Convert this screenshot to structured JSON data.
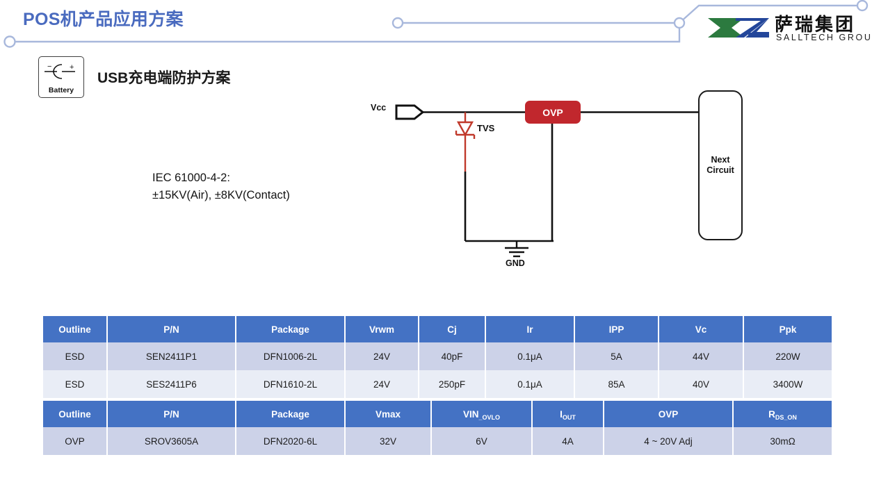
{
  "header": {
    "title": "POS机产品应用方案",
    "title_color": "#4a6bbf",
    "deco_line_color": "#a8b8dc"
  },
  "logo": {
    "name_cn": "萨瑞集团",
    "name_en": "SALLTECH GROUP",
    "mark_green": "#2c7a3f",
    "mark_blue": "#23469a"
  },
  "battery": {
    "icon": "battery-symbol-icon",
    "label": "Battery"
  },
  "section": {
    "title_ascii": "USB",
    "title_cjk": "充电端防护方案"
  },
  "spec": {
    "line1": "IEC 61000-4-2:",
    "line2": "±15KV(Air), ±8KV(Contact)"
  },
  "circuit": {
    "vcc_label": "Vcc",
    "tvs_label": "TVS",
    "gnd_label": "GND",
    "ovp_label": "OVP",
    "next_circuit_label": "Next\nCircuit",
    "ovp_color": "#c1272d",
    "tvs_color": "#c0392b",
    "wire_color": "#111111"
  },
  "tables": [
    {
      "id": "esd-table",
      "header_color": "#4472c4",
      "columns": [
        "Outline",
        "P/N",
        "Package",
        "Vrwm",
        "Cj",
        "Ir",
        "IPP",
        "Vc",
        "Ppk"
      ],
      "rows": [
        [
          "ESD",
          "SEN2411P1",
          "DFN1006-2L",
          "24V",
          "40pF",
          "0.1μA",
          "5A",
          "44V",
          "220W"
        ],
        [
          "ESD",
          "SES2411P6",
          "DFN1610-2L",
          "24V",
          "250pF",
          "0.1μA",
          "85A",
          "40V",
          "3400W"
        ]
      ]
    },
    {
      "id": "ovp-table",
      "header_color": "#4472c4",
      "columns": [
        "Outline",
        "P/N",
        "Package",
        "Vmax",
        "VIN_OVLO",
        "IOUT",
        "OVP",
        "RDS_ON"
      ],
      "column_parts": [
        {
          "base": "Outline",
          "sub": ""
        },
        {
          "base": "P/N",
          "sub": ""
        },
        {
          "base": "Package",
          "sub": ""
        },
        {
          "base": "Vmax",
          "sub": ""
        },
        {
          "base": "VIN",
          "sub": "_OVLO"
        },
        {
          "base": "I",
          "sub": "OUT"
        },
        {
          "base": "OVP",
          "sub": ""
        },
        {
          "base": "R",
          "sub": "DS_ON"
        }
      ],
      "rows": [
        [
          "OVP",
          "SROV3605A",
          "DFN2020-6L",
          "32V",
          "6V",
          "4A",
          "4 ~ 20V Adj",
          "30mΩ"
        ]
      ]
    }
  ]
}
